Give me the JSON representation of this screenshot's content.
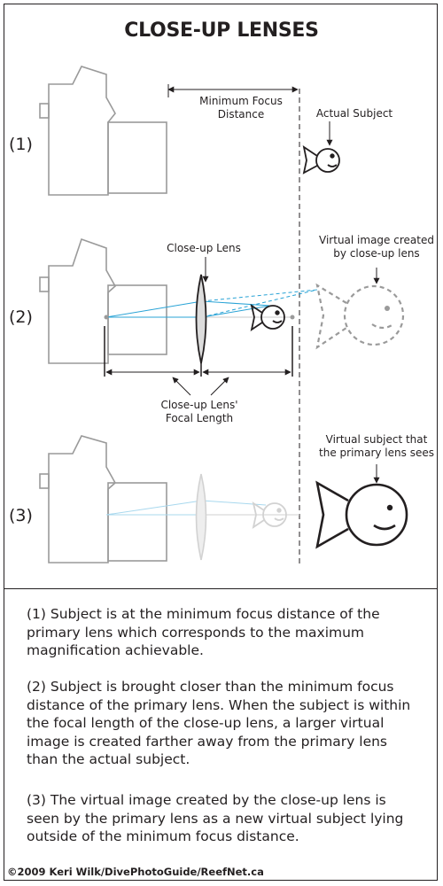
{
  "title": "CLOSE-UP LENSES",
  "stages": [
    "(1)",
    "(2)",
    "(3)"
  ],
  "labels": {
    "min_focus_1": "Minimum Focus",
    "min_focus_2": "Distance",
    "actual_subject": "Actual Subject",
    "closeup_lens": "Close-up Lens",
    "virtual_image_1": "Virtual image created",
    "virtual_image_2": "by close-up lens",
    "focal_length_1": "Close-up Lens'",
    "focal_length_2": "Focal Length",
    "virtual_subject_1": "Virtual subject that",
    "virtual_subject_2": "the primary lens sees"
  },
  "paragraphs": [
    "(1) Subject is at the minimum focus distance of the primary lens which corresponds to the maximum magnification achievable.",
    "(2) Subject is brought closer than the minimum focus distance of the primary lens. When the subject is within the focal length of the close-up lens, a larger virtual image is created farther away from the primary lens than the actual subject.",
    "(3) The virtual image created by the close-up lens is seen by the primary lens as a new virtual subject lying outside of the minimum focus distance."
  ],
  "footer": "©2009 Keri Wilk/DivePhotoGuide/ReefNet.ca",
  "colors": {
    "ink": "#231f20",
    "ray": "#29a3d6",
    "grey": "#9a9a9a",
    "faded": "#d2d2d2"
  }
}
